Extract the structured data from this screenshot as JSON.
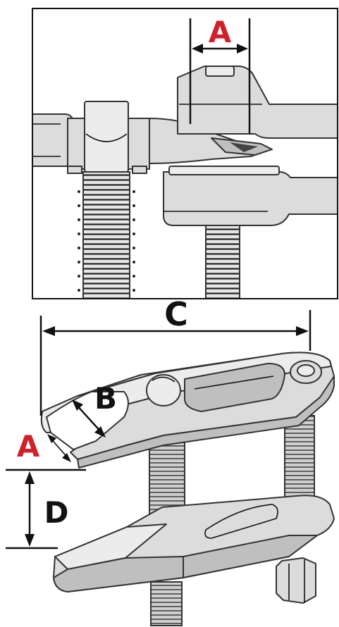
{
  "labels": {
    "top_a": "A",
    "c": "C",
    "b": "B",
    "bottom_a": "A",
    "d": "D"
  },
  "colors": {
    "label_red": "#d0202a",
    "label_black": "#111111",
    "metal": "#dcdcdc",
    "outline": "#333333"
  }
}
